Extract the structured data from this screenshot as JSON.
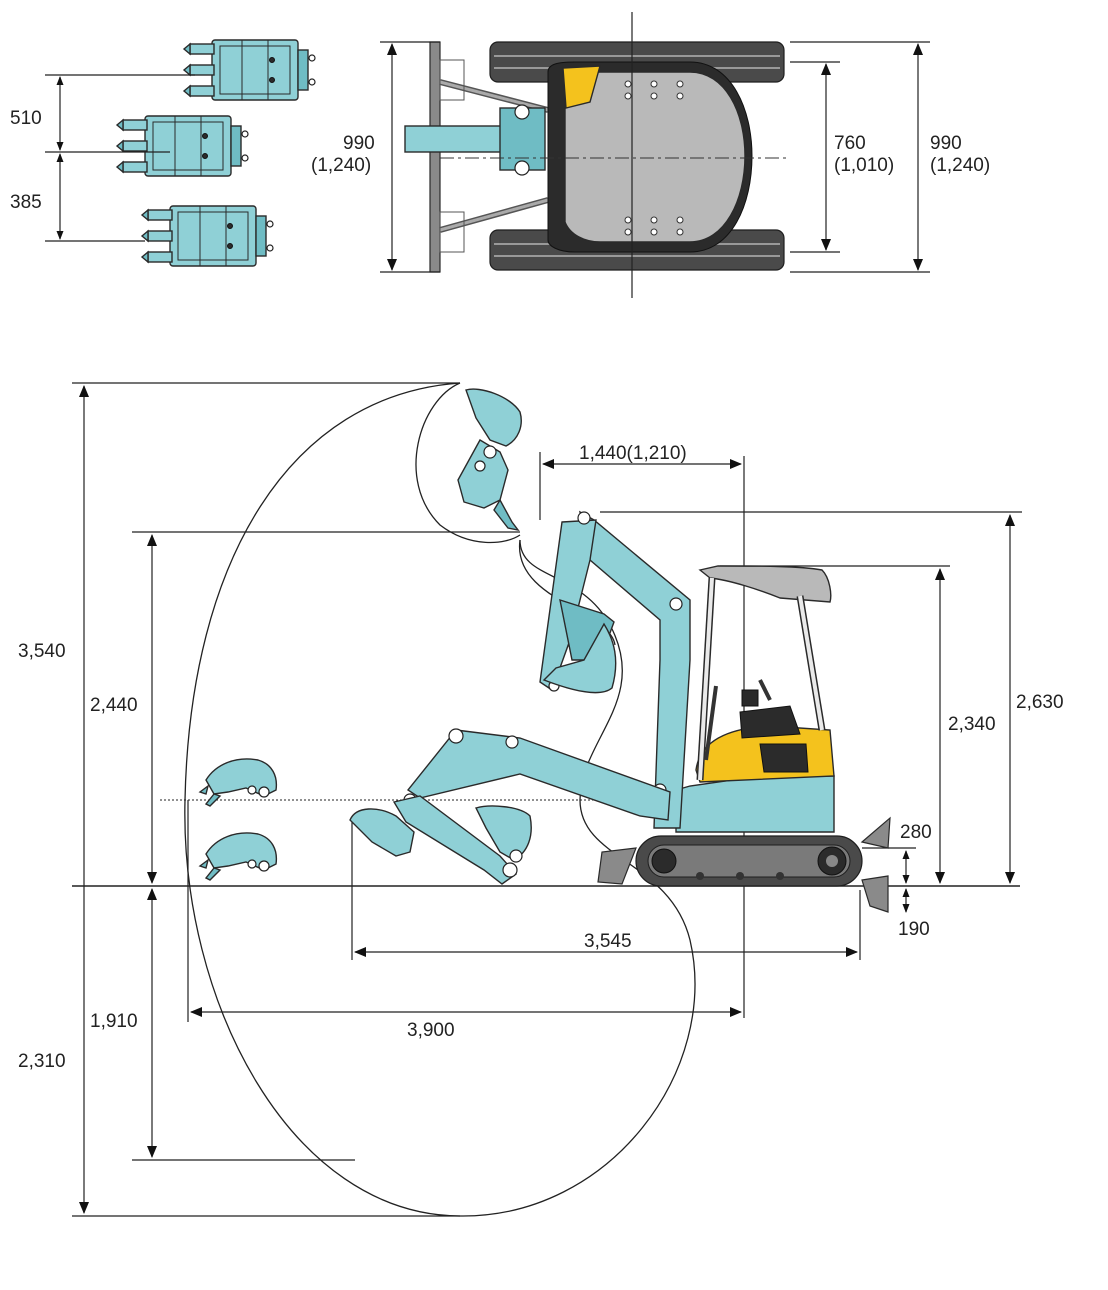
{
  "bucket_offsets": {
    "upper": "510",
    "lower": "385"
  },
  "top_view": {
    "overall_width_left": "990",
    "overall_width_left_alt": "(1,240)",
    "track_gauge": "760",
    "track_gauge_alt": "(1,010)",
    "overall_width_right": "990",
    "overall_width_right_alt": "(1,240)"
  },
  "side_view": {
    "max_digging_height": "3,540",
    "max_dump_height": "2,440",
    "max_vertical_dig_depth": "1,910",
    "max_digging_depth": "2,310",
    "front_min_swing_radius": "1,440(1,210)",
    "canopy_height": "2,340",
    "overall_height": "2,630",
    "blade_lift_height": "280",
    "blade_lower_depth": "190",
    "transport_length": "3,545",
    "max_reach_ground": "3,900"
  },
  "colors": {
    "attachment": "#8fd0d6",
    "cab_body": "#f4c21d",
    "canopy": "#b9b9b9",
    "tracks": "#4a4a4a"
  }
}
